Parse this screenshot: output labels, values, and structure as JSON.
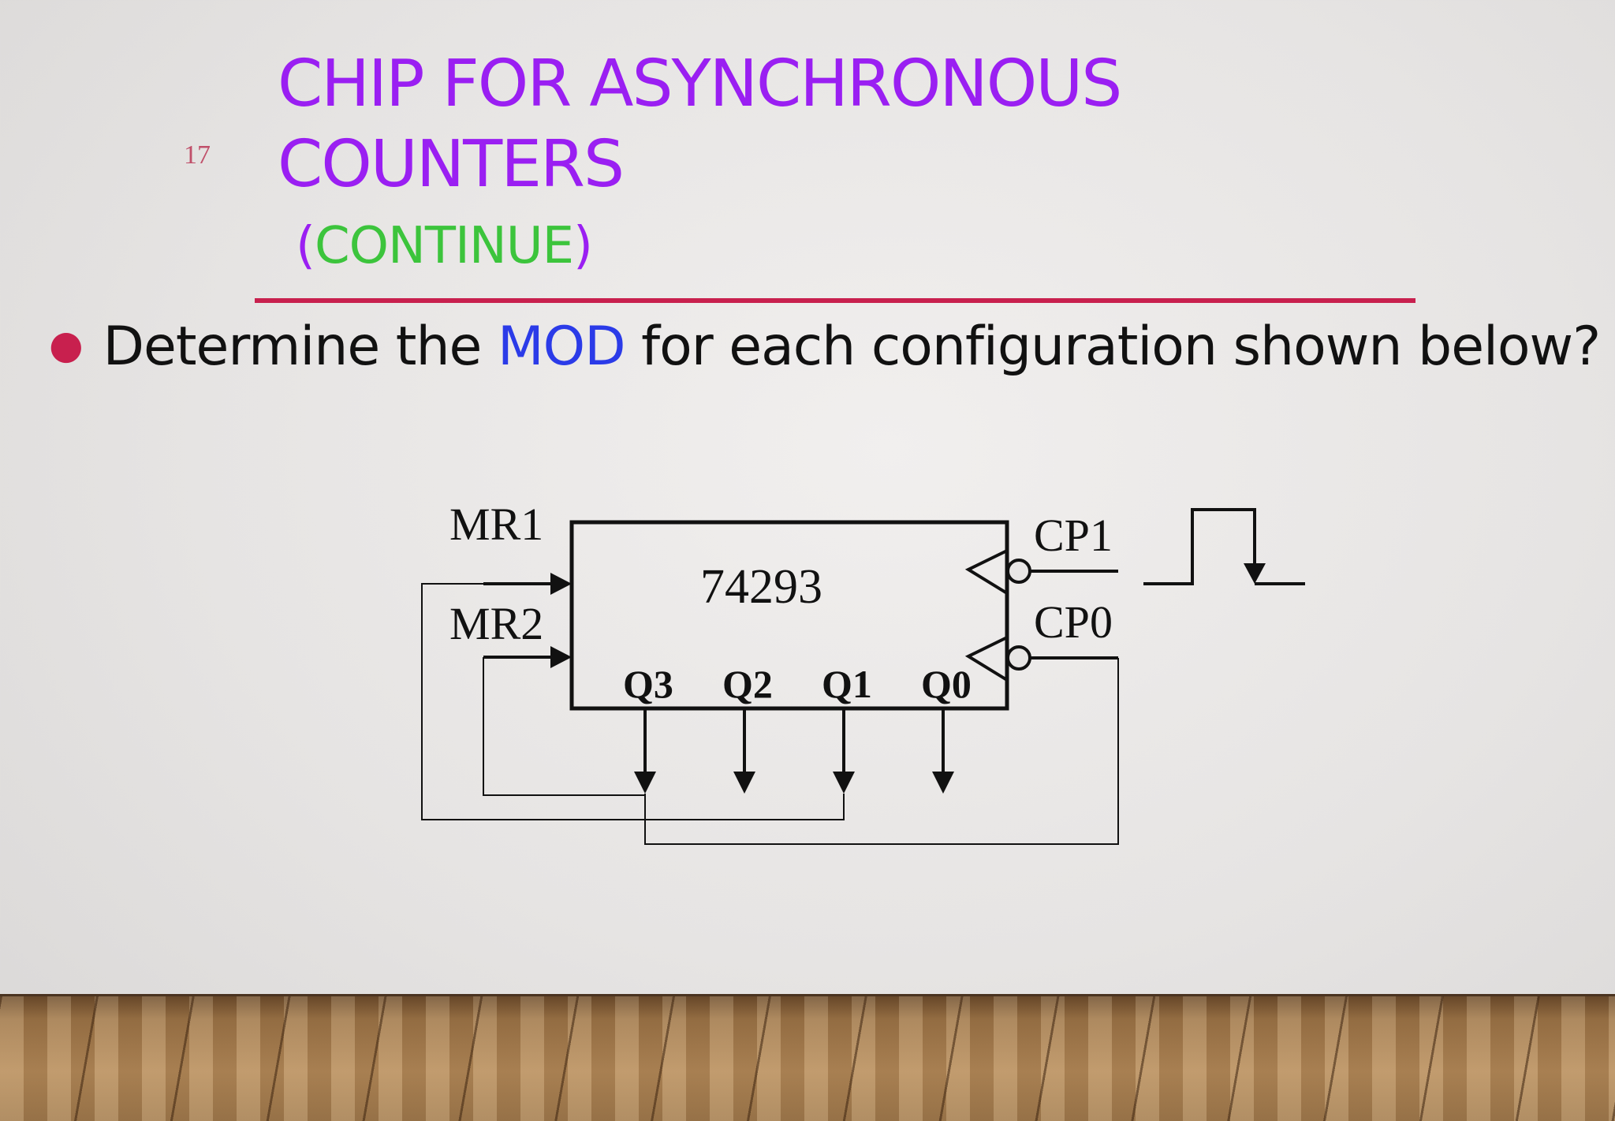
{
  "slide": {
    "number": "17",
    "title_line1": "CHIP FOR ASYNCHRONOUS",
    "title_line2": "COUNTERS",
    "subtitle_open": "(",
    "subtitle_word": "CONTINUE",
    "subtitle_close": ")",
    "bullet_before": "Determine the ",
    "bullet_highlight": "MOD",
    "bullet_after": " for each configuration shown below?"
  },
  "diagram": {
    "chip_name": "74293",
    "inputs": [
      "MR1",
      "MR2"
    ],
    "clocks": [
      "CP1",
      "CP0"
    ],
    "outputs": [
      "Q3",
      "Q2",
      "Q1",
      "Q0"
    ]
  },
  "colors": {
    "title": "#9a1ff2",
    "subtitle_word": "#3cc43c",
    "highlight": "#2b3be8",
    "accent": "#c8204e"
  }
}
